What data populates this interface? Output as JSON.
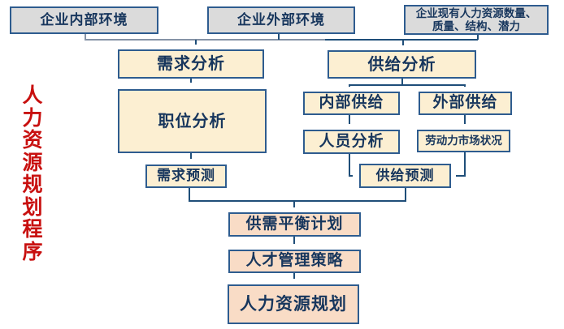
{
  "sidebar": {
    "title": "人力资源规划程序"
  },
  "colors": {
    "box_border": "#2e5c8f",
    "box_text": "#17365d",
    "gray_fill": "#dbdbdb",
    "cream_fill": "#fcefd2",
    "peach_fill": "#f9dcc6",
    "line_navy": "#1f4e79",
    "line_gray": "#8593a6",
    "sidebar_red": "#c8100f",
    "background": "#ffffff"
  },
  "nodes": {
    "internal_env": {
      "label": "企业内部环境"
    },
    "external_env": {
      "label": "企业外部环境"
    },
    "current_hr": {
      "line1": "企业现有人力资源数量、",
      "line2": "质量、结构、潜力"
    },
    "demand_analysis": {
      "label": "需求分析"
    },
    "supply_analysis": {
      "label": "供给分析"
    },
    "position_analysis": {
      "label": "职位分析"
    },
    "internal_supply": {
      "label": "内部供给"
    },
    "external_supply": {
      "label": "外部供给"
    },
    "personnel_analysis": {
      "label": "人员分析"
    },
    "labor_market": {
      "label": "劳动力市场状况"
    },
    "demand_forecast": {
      "label": "需求预测"
    },
    "supply_forecast": {
      "label": "供给预测"
    },
    "balance_plan": {
      "label": "供需平衡计划"
    },
    "talent_strategy": {
      "label": "人才管理策略"
    },
    "hr_planning": {
      "label": "人力资源规划"
    }
  }
}
